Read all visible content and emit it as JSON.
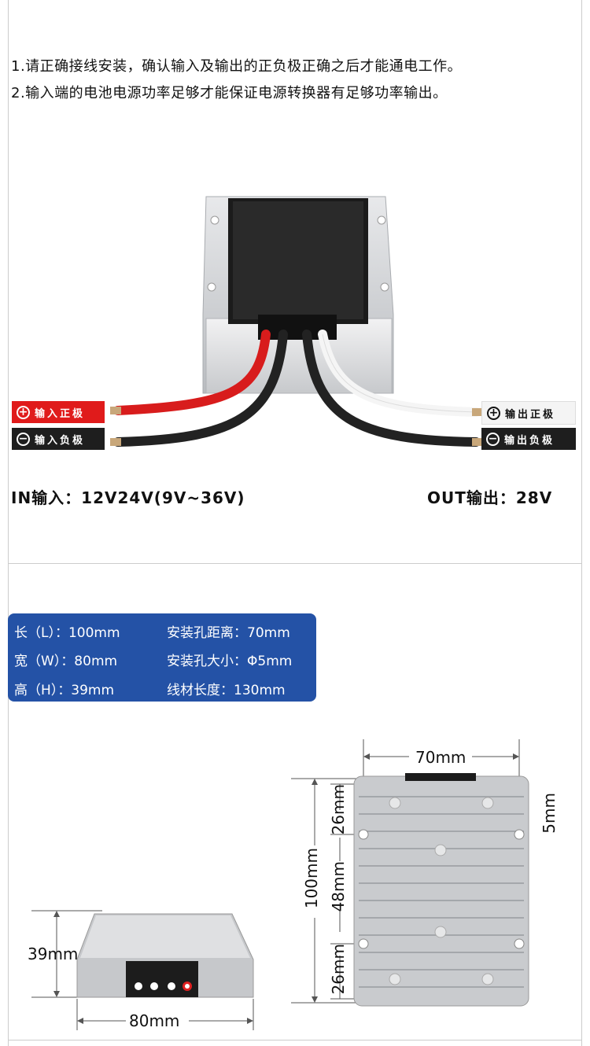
{
  "notes": [
    "1.请正确接线安装，确认输入及输出的正负极正确之后才能通电工作。",
    "2.输入端的电池电源功率足够才能保证电源转换器有足够功率输出。"
  ],
  "wire_labels": {
    "in_positive": {
      "symbol": "+",
      "text": "输入正极"
    },
    "in_negative": {
      "symbol": "−",
      "text": "输入负极"
    },
    "out_positive": {
      "symbol": "+",
      "text": "输出正极"
    },
    "out_negative": {
      "symbol": "−",
      "text": "输出负极"
    }
  },
  "io": {
    "input": "IN输入：12V24V(9V~36V)",
    "output": "OUT输出：28V"
  },
  "specs": [
    {
      "left": "长（L）：100mm",
      "right": "安装孔距离：70mm"
    },
    {
      "left": "宽（W）：80mm",
      "right": "安装孔大小：Φ5mm"
    },
    {
      "left": "高（H）：39mm",
      "right": "线材长度：130mm"
    }
  ],
  "dimensions": {
    "height": "39mm",
    "width": "80mm",
    "hole_distance": "70mm",
    "hole_size": "5mm",
    "length": "100mm",
    "top_gap": "26mm",
    "middle_gap": "48mm",
    "bottom_gap": "26mm"
  },
  "colors": {
    "spec_box": "#2452a6",
    "positive": "#e01b1b",
    "negative": "#1e1e1e"
  }
}
